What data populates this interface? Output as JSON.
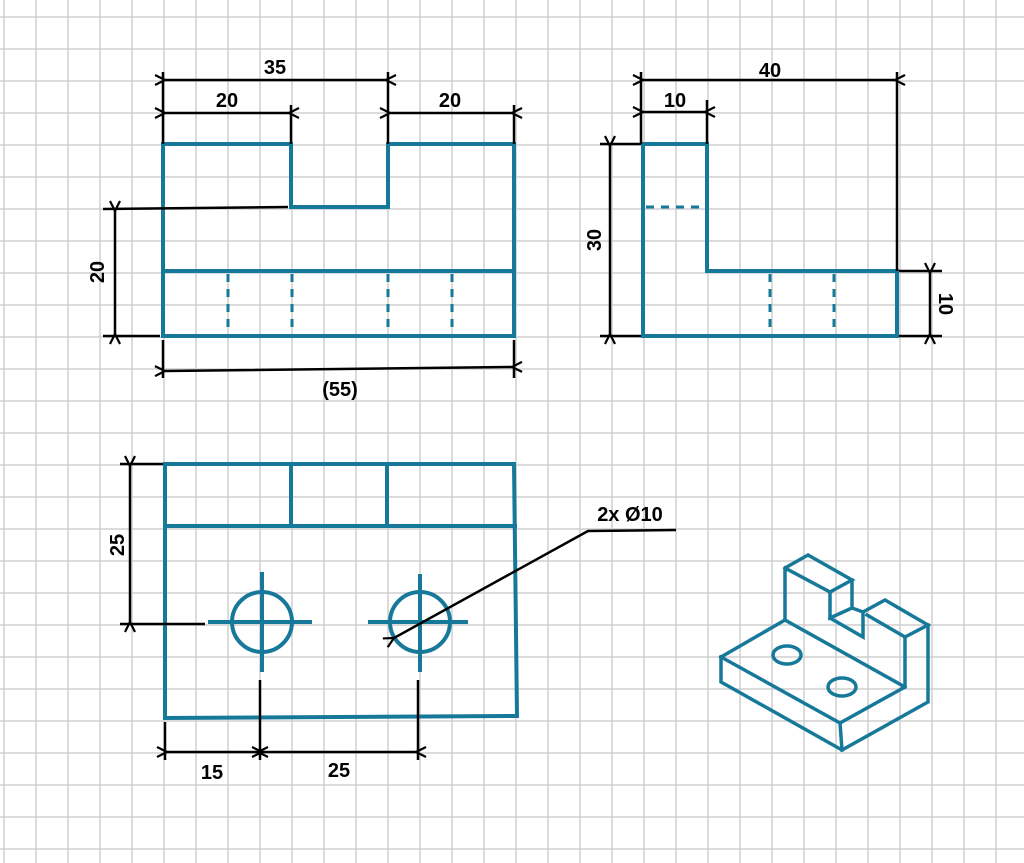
{
  "colors": {
    "object_line": "#17799a",
    "dimension_line": "#000000",
    "grid": "#cfcfcf"
  },
  "front_view": {
    "dims": {
      "overall_notch": "35",
      "left_width": "20",
      "right_width": "20",
      "height": "20",
      "overall_length": "(55)"
    }
  },
  "side_view": {
    "dims": {
      "depth": "40",
      "wall_thickness": "10",
      "height": "30",
      "base_thickness": "10"
    }
  },
  "top_view": {
    "dims": {
      "hole_offset_y": "25",
      "hole_offset_x": "15",
      "hole_spacing": "25"
    },
    "hole_callout": "2x Ø10"
  }
}
